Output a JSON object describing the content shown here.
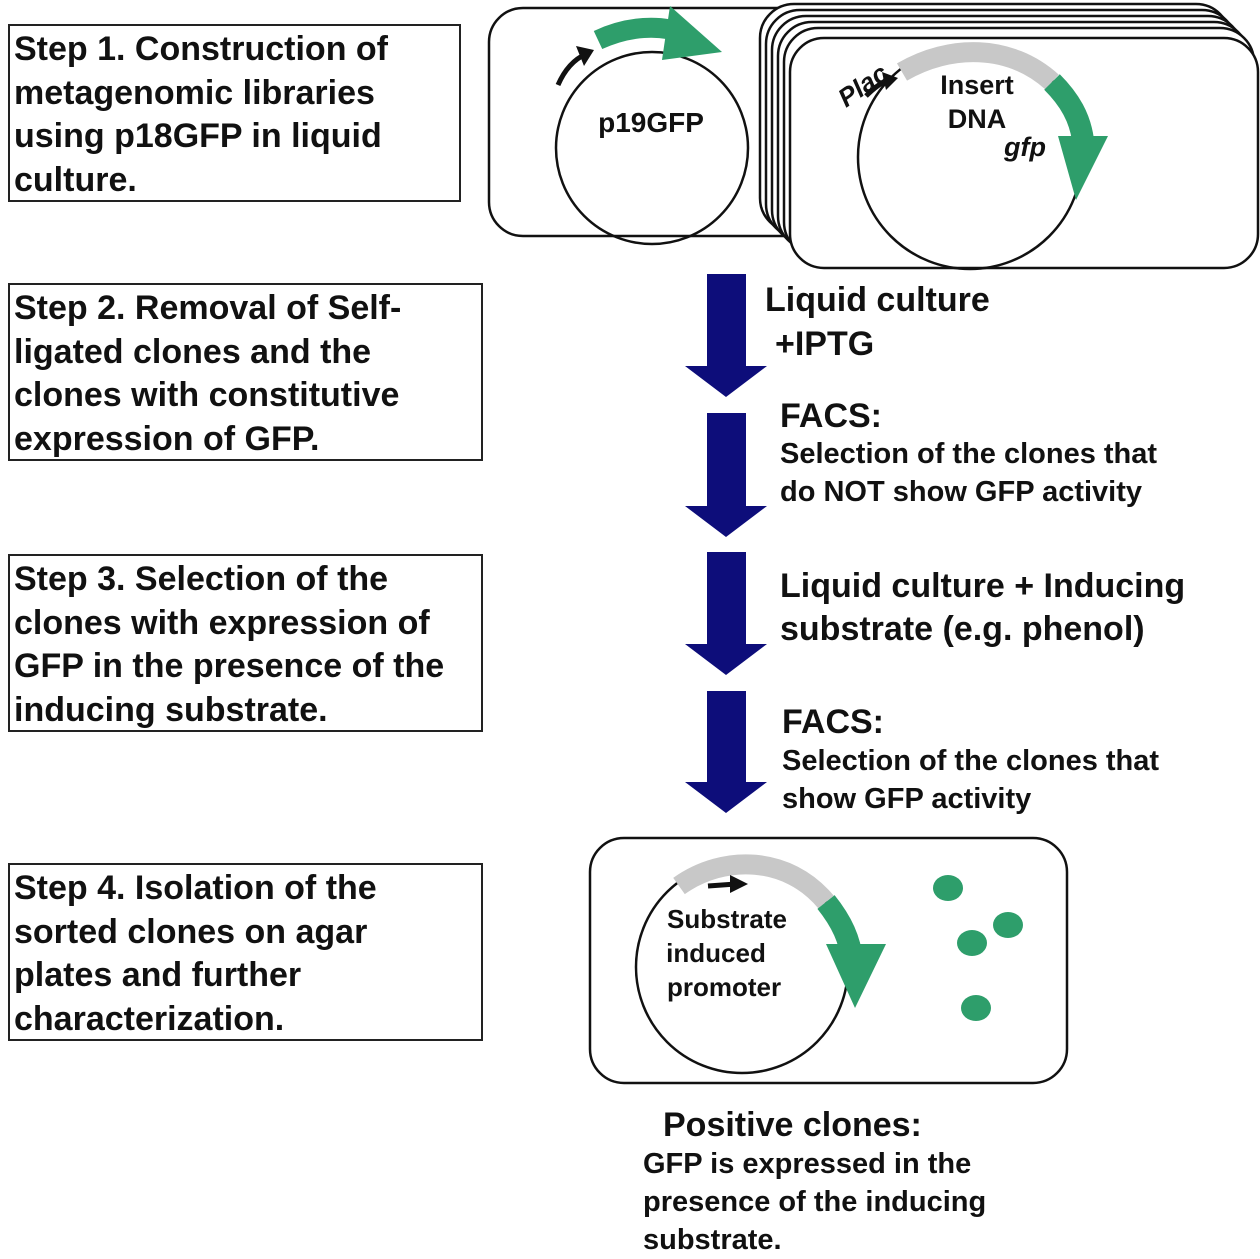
{
  "colors": {
    "arrow": "#0d0d7a",
    "gfp": "#2e9e6b",
    "insert": "#c8c8c8",
    "outline": "#111111"
  },
  "steps": [
    {
      "lines": [
        "Step 1. Construction of",
        "metagenomic libraries",
        "using p18GFP in liquid",
        "culture."
      ]
    },
    {
      "lines": [
        "Step 2. Removal of Self-",
        "ligated clones and the",
        "clones with constitutive",
        "expression of GFP."
      ]
    },
    {
      "lines": [
        "Step 3. Selection of the",
        "clones with expression of",
        "GFP in the presence of the",
        "inducing substrate."
      ]
    },
    {
      "lines": [
        "Step 4. Isolation of the",
        "sorted clones on agar",
        "plates and further",
        "characterization."
      ]
    }
  ],
  "plasmids": {
    "vector_label": "p19GFP",
    "plac_label": "Plac",
    "insert_label_1": "Insert",
    "insert_label_2": "DNA",
    "gfp_label": "gfp",
    "promoter_label_1": "Substrate",
    "promoter_label_2": "induced",
    "promoter_label_3": "promoter"
  },
  "flow": {
    "stage1": {
      "line1": "Liquid culture",
      "line2": "+IPTG"
    },
    "stage2": {
      "head": "FACS:",
      "line1": "Selection of the clones that",
      "line2": "do NOT show GFP activity"
    },
    "stage3": {
      "line1": "Liquid culture + Inducing",
      "line2": "substrate (e.g. phenol)"
    },
    "stage4": {
      "head": "FACS:",
      "line1": "Selection of the clones that",
      "line2": "show GFP activity"
    }
  },
  "result": {
    "title": "Positive clones:",
    "lines": [
      "GFP is expressed in the",
      "presence of the inducing",
      "substrate."
    ]
  }
}
